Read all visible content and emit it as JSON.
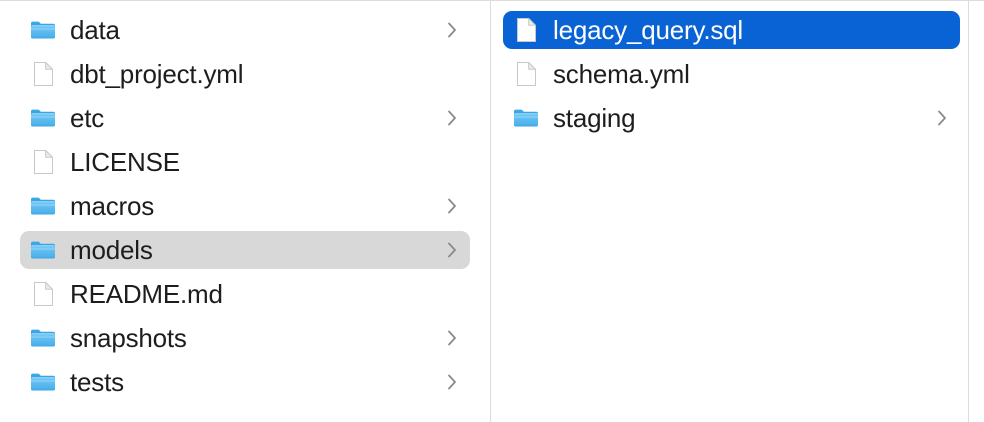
{
  "app": {
    "view": "column-view",
    "accent_selected_active": "#0a63d4",
    "accent_selected_inactive": "#d8d8d8",
    "divider_color": "#dcdcdc",
    "folder_icon_color": "#53b8f0",
    "text_color": "#1d1d1f",
    "selected_text_color": "#ffffff"
  },
  "columns": [
    {
      "name": "column-1",
      "items": [
        {
          "label": "data",
          "kind": "folder",
          "icon": "folder-icon",
          "chevron": true,
          "selected": false,
          "selection_style": "none"
        },
        {
          "label": "dbt_project.yml",
          "kind": "file",
          "icon": "document-icon",
          "chevron": false,
          "selected": false,
          "selection_style": "none"
        },
        {
          "label": "etc",
          "kind": "folder",
          "icon": "folder-icon",
          "chevron": true,
          "selected": false,
          "selection_style": "none"
        },
        {
          "label": "LICENSE",
          "kind": "file",
          "icon": "document-icon",
          "chevron": false,
          "selected": false,
          "selection_style": "none"
        },
        {
          "label": "macros",
          "kind": "folder",
          "icon": "folder-icon",
          "chevron": true,
          "selected": false,
          "selection_style": "none"
        },
        {
          "label": "models",
          "kind": "folder",
          "icon": "folder-icon",
          "chevron": true,
          "selected": true,
          "selection_style": "inactive"
        },
        {
          "label": "README.md",
          "kind": "file",
          "icon": "document-icon",
          "chevron": false,
          "selected": false,
          "selection_style": "none"
        },
        {
          "label": "snapshots",
          "kind": "folder",
          "icon": "folder-icon",
          "chevron": true,
          "selected": false,
          "selection_style": "none"
        },
        {
          "label": "tests",
          "kind": "folder",
          "icon": "folder-icon",
          "chevron": true,
          "selected": false,
          "selection_style": "none"
        }
      ]
    },
    {
      "name": "column-2",
      "items": [
        {
          "label": "legacy_query.sql",
          "kind": "file",
          "icon": "document-icon",
          "chevron": false,
          "selected": true,
          "selection_style": "active"
        },
        {
          "label": "schema.yml",
          "kind": "file",
          "icon": "document-icon",
          "chevron": false,
          "selected": false,
          "selection_style": "none"
        },
        {
          "label": "staging",
          "kind": "folder",
          "icon": "folder-icon",
          "chevron": true,
          "selected": false,
          "selection_style": "none"
        }
      ]
    }
  ]
}
